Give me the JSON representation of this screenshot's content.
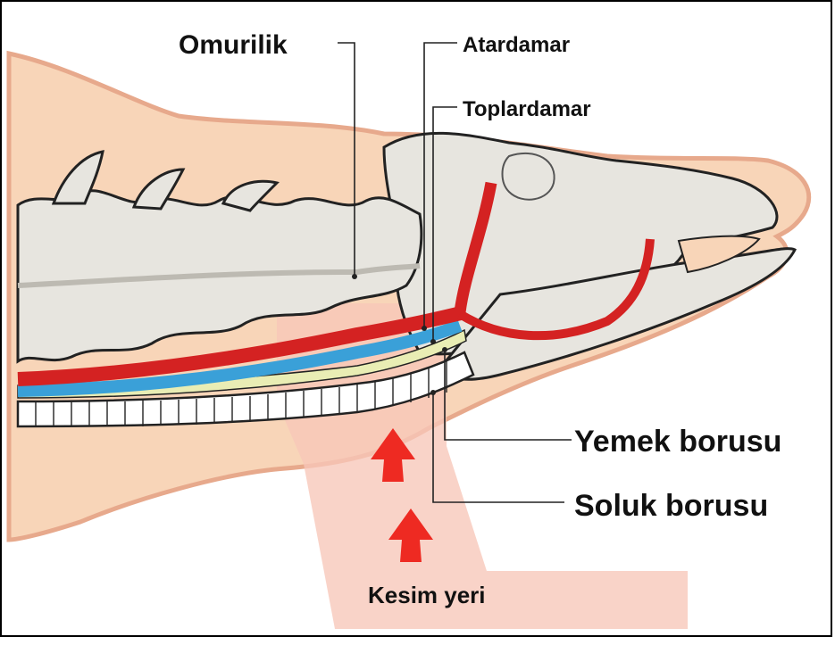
{
  "labels": {
    "spinal_cord": "Omurilik",
    "artery": "Atardamar",
    "vein": "Toplardamar",
    "esophagus": "Yemek borusu",
    "trachea": "Soluk borusu",
    "cut_site": "Kesim yeri"
  },
  "colors": {
    "skin": "#f8d5b8",
    "skin_outline": "#e7a98c",
    "bone": "#e7e5df",
    "artery": "#d42222",
    "vein": "#3aa0d8",
    "esophagus": "#e9edb4",
    "cut_zone": "#f7c7b9",
    "arrow": "#ee2a22"
  }
}
